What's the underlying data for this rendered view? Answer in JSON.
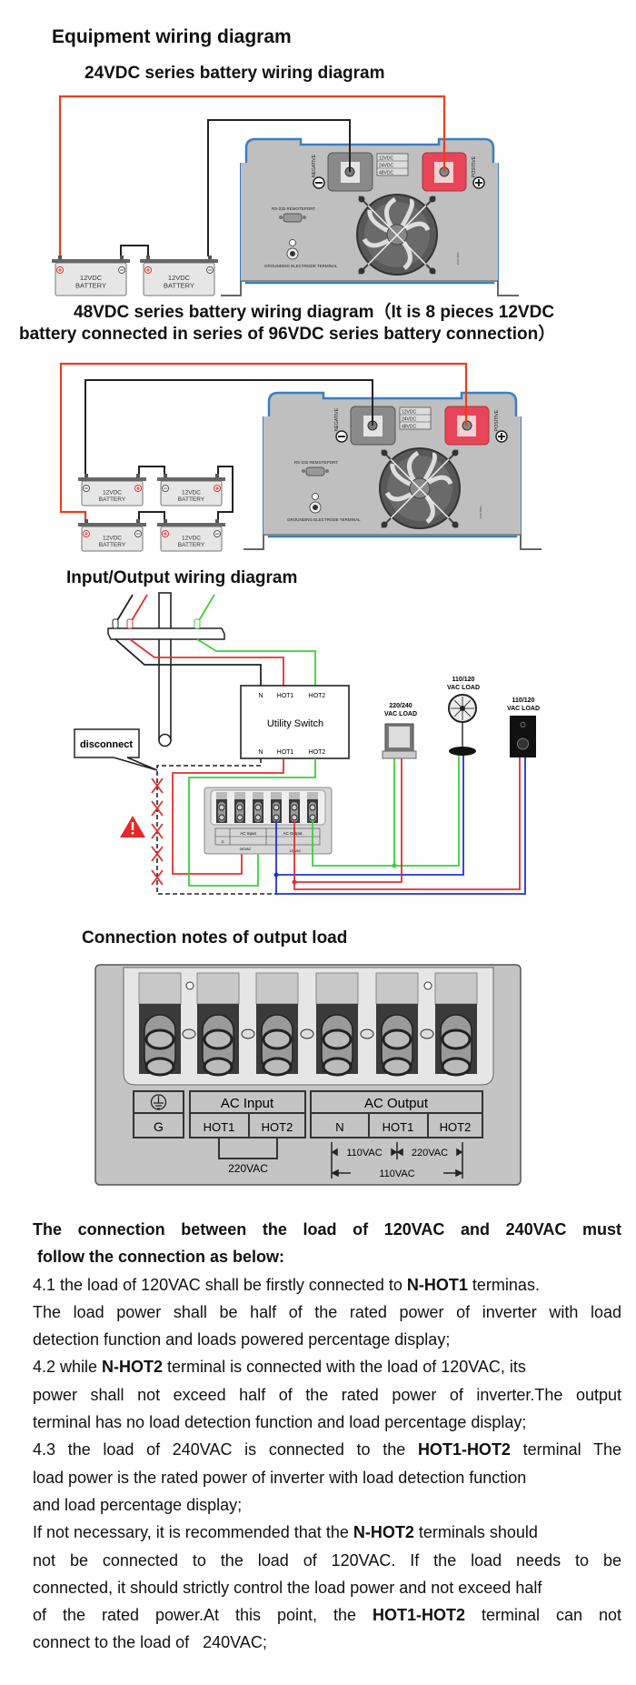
{
  "headings": {
    "main": "Equipment wiring diagram",
    "dc24": "24VDC series battery wiring diagram",
    "dc48_line1": "48VDC series battery wiring diagram（It is 8 pieces 12VDC",
    "dc48_line2": "battery connected in series of 96VDC series battery connection）",
    "io": "Input/Output wiring diagram",
    "output_notes": "Connection notes of output load"
  },
  "battery": {
    "voltage": "12VDC",
    "label": "BATTERY"
  },
  "inverter": {
    "negative": "NEGATIVE",
    "positive": "POSITIVE",
    "voltages": [
      "12VDC",
      "24VDC",
      "48VDC"
    ],
    "rs232": "RS-232 REMOTEPORT",
    "ground": "GROUNDING ELECTRODE TERMINAL"
  },
  "io_diagram": {
    "disconnect": "disconnect",
    "switch_title": "Utility Switch",
    "switch_top": [
      "N",
      "HOT1",
      "HOT2"
    ],
    "switch_bottom": [
      "N",
      "HOT1",
      "HOT2"
    ],
    "load_220": [
      "220/240",
      "VAC LOAD"
    ],
    "load_fan": [
      "110/120",
      "VAC LOAD"
    ],
    "load_box": [
      "110/120",
      "VAC LOAD"
    ],
    "mini_240": "240VAC",
    "mini_120": "120VAC",
    "wire_colors": {
      "neutral": "#222222",
      "hot1": "#e03030",
      "hot2": "#3ccf3c",
      "out_n": "#2233cc"
    }
  },
  "panel": {
    "ground": "G",
    "ac_input": "AC Input",
    "ac_output": "AC Output",
    "input_cols": [
      "HOT1",
      "HOT2"
    ],
    "output_cols": [
      "N",
      "HOT1",
      "HOT2"
    ],
    "input_voltage": "220VAC",
    "n_hot1": "110VAC",
    "hot1_hot2": "220VAC",
    "n_hot2": "110VAC"
  },
  "notes": {
    "lines": [
      [
        {
          "t": "The connection between the load of 120VAC and 240VAC must",
          "b": true
        }
      ],
      [
        {
          "t": " follow the connection as below:",
          "b": true
        }
      ],
      [
        {
          "t": "4.1 the load of 120VAC shall be firstly connected to "
        },
        {
          "t": "N-HOT1",
          "b": true
        },
        {
          "t": " terminas."
        }
      ],
      [
        {
          "t": "The load power shall be half of the rated power of inverter with load"
        }
      ],
      [
        {
          "t": "detection function and loads powered percentage display;"
        }
      ],
      [
        {
          "t": "4.2 while "
        },
        {
          "t": "N-HOT2",
          "b": true
        },
        {
          "t": " terminal is connected with the load of 120VAC, its"
        }
      ],
      [
        {
          "t": "power shall not exceed half of the rated power of inverter.The output"
        }
      ],
      [
        {
          "t": "terminal has no load detection function and load percentage display;"
        }
      ],
      [
        {
          "t": "4.3 the load of 240VAC is connected to the "
        },
        {
          "t": "HOT1-HOT2",
          "b": true
        },
        {
          "t": " terminal The"
        }
      ],
      [
        {
          "t": "load power is the rated power of inverter with load detection function"
        }
      ],
      [
        {
          "t": "and load percentage display;"
        }
      ],
      [
        {
          "t": "If not necessary, it is recommended that the "
        },
        {
          "t": "N-HOT2",
          "b": true
        },
        {
          "t": " terminals should"
        }
      ],
      [
        {
          "t": "not be connected to the load of 120VAC. If the load needs to be"
        }
      ],
      [
        {
          "t": "connected, it should strictly control the load power and not exceed half"
        }
      ],
      [
        {
          "t": "of the rated power.At this point, the "
        },
        {
          "t": "HOT1-HOT2",
          "b": true
        },
        {
          "t": " terminal can not"
        }
      ],
      [
        {
          "t": "connect to the load of   240VAC;"
        }
      ]
    ]
  },
  "colors": {
    "wire_red": "#e8401c",
    "inverter_body": "#bfbfbf",
    "inverter_edge": "#3a7fc1",
    "positive_block": "#e8455a"
  }
}
